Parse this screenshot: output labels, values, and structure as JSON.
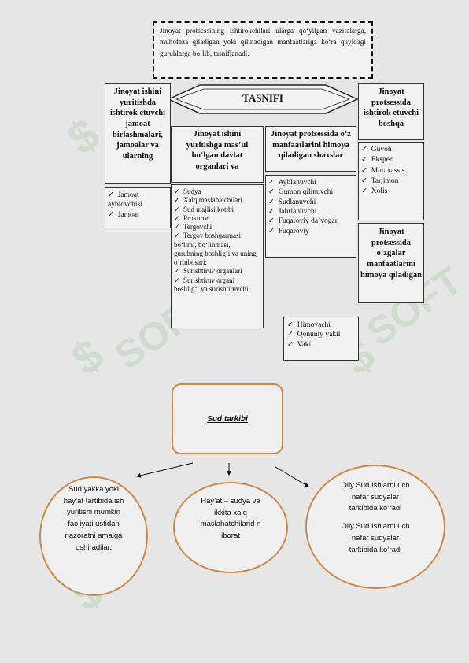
{
  "intro_text": "Jinoyat protsessining ishtirokchilari ularga qo‘yilgan vazifalarga, muhofaza qiladigan yoki qilinadigan manfaatlariga ko‘ra quyidagi guruhlarga bo‘lib, tasniflanadi.",
  "center_label": "TASNIFI",
  "boxes": {
    "left_title": "Jinoyat ishini yuritishda ishtirok etuvchi jamoat birlashmalari, jamoalar va ularning",
    "left_items": [
      "Jamoat ayblovchisi",
      "Jamoat"
    ],
    "mid1_title": "Jinoyat ishini yuritishga mas’ul bo‘lgan davlat organlari va",
    "mid1_items": [
      "Sudya",
      "Xalq maslahatchilari",
      "Sud majlisi kotibi",
      "Prokuror",
      "Tergovchi",
      "Tergov boshqarmasi bo‘limi, bo‘linmasi, guruhning boshlig‘i va uning o‘rinbosari;",
      "Surishtiruv organlari",
      "Surishtiruv organi boshlig‘i va surishtiruvchi"
    ],
    "mid2_title": "Jinoyat protsessida o‘z manfaatlarini himoya qiladigan shaxslar",
    "mid2_items": [
      "Ayblanuvchi",
      "Gumon qilinuvchi",
      "Sudlanuvchi",
      "Jabrlanuvchi",
      "Fuqaroviy da’vogar",
      "Fuqaroviy"
    ],
    "right_title": "Jinoyat protsessida ishtirok etuvchi boshqa",
    "right_items": [
      "Guvoh",
      "Ekspert",
      "Mutaxassis",
      "Tarjimon",
      "Xolis"
    ],
    "right2_title": "Jinoyat protsessida o‘zgalar manfaatlarini himoya qiladigan",
    "bottom_items": [
      "Himoyachi",
      "Qonuniy vakil",
      "Vakil"
    ]
  },
  "court": {
    "title": "Sud tarkibi",
    "circle_left": "Sud yakka yoki hay’at tartibida ish yuritishi mumkin faoliyati ustidan nazoratni amalga oshiradilar.",
    "circle_mid": "Hay’at – sudya va ikkita xalq maslahatchilarid n iborat",
    "circle_right_1": "Oliy Sud Ishlarni uch nafar sudyalar tarkibida ko‘radi",
    "circle_right_2": "Oliy Sud Ishlarni uch nafar sudyalar tarkibida ko‘radi"
  },
  "watermark": "SOFT",
  "colors": {
    "circle_border": "#c98a4a",
    "watermark": "#9fcc9f"
  }
}
